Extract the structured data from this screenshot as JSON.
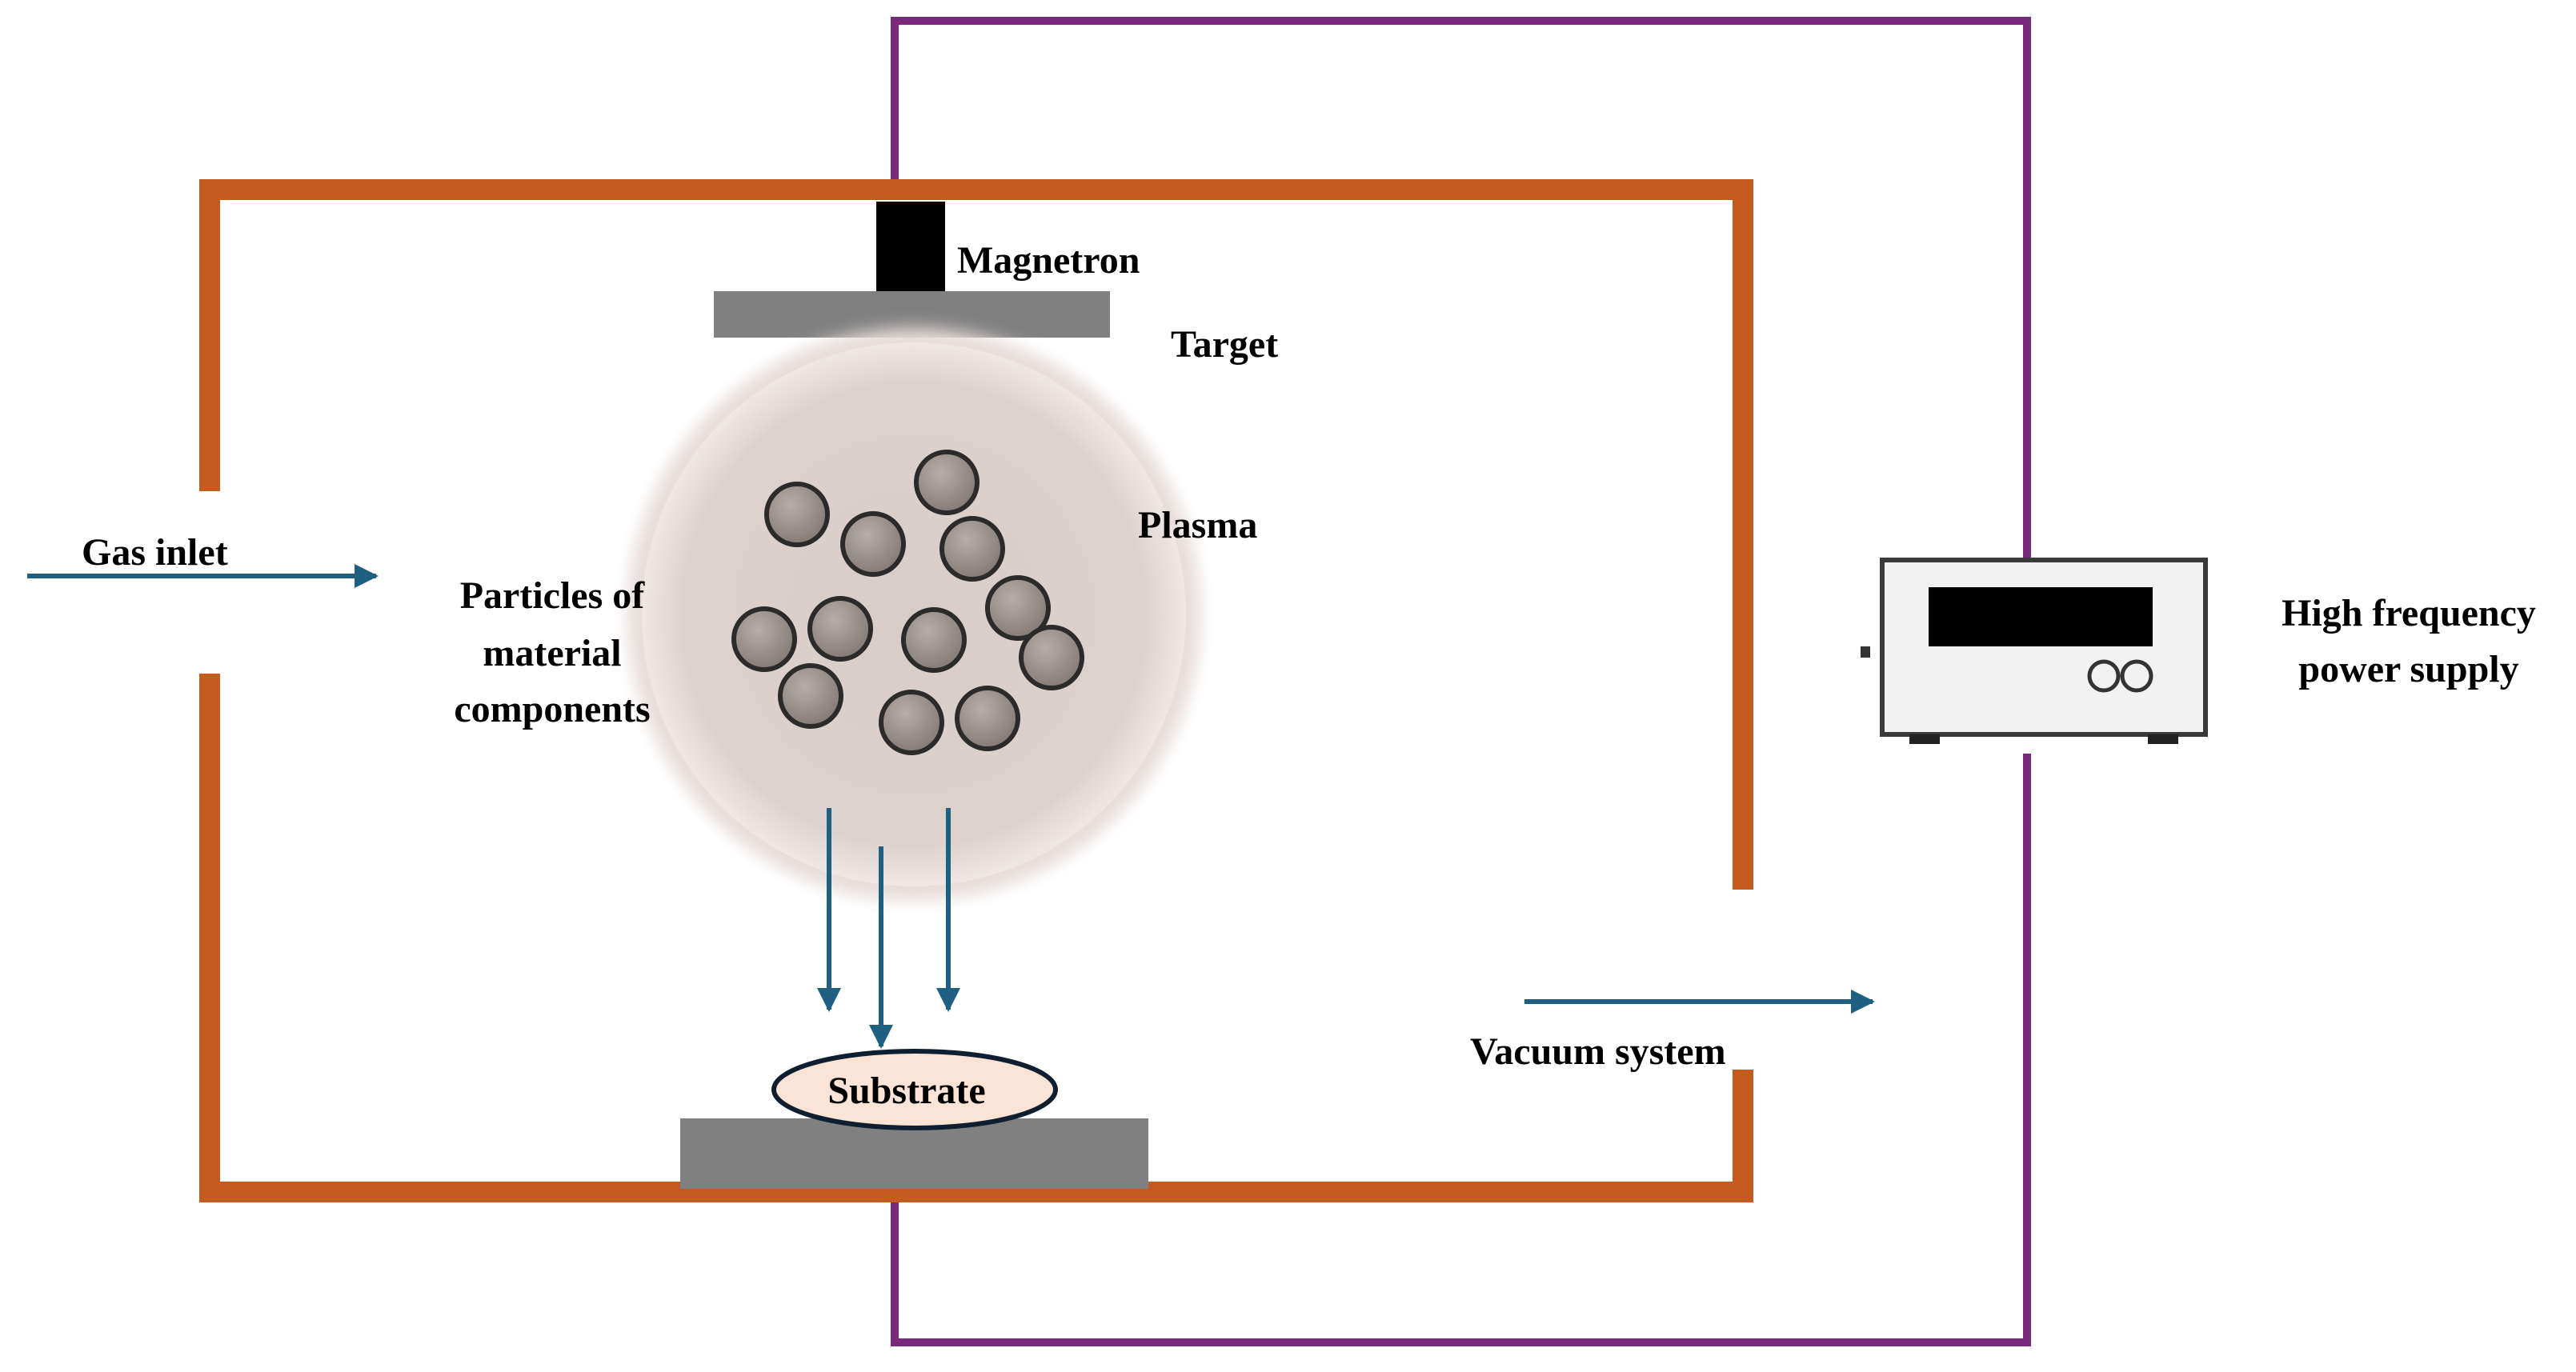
{
  "labels": {
    "magnetron": "Magnetron",
    "target": "Target",
    "plasma": "Plasma",
    "gas_inlet": "Gas inlet",
    "particles_line1": "Particles of",
    "particles_line2": "material",
    "particles_line3": "components",
    "substrate": "Substrate",
    "vacuum_system": "Vacuum system",
    "power_line1": "High frequency",
    "power_line2": "power supply"
  },
  "icons": {
    "power_supply": "power-supply-icon",
    "particle": "particle-icon"
  },
  "colors": {
    "chamber": "#C55A1E",
    "circuit": "#7A2A7A",
    "arrow": "#1F5F82",
    "target": "#808080",
    "magnetron": "#000000",
    "plasma": "#DDD2CE",
    "particle": "#8E8480",
    "substrate": "#FBE3D6"
  }
}
